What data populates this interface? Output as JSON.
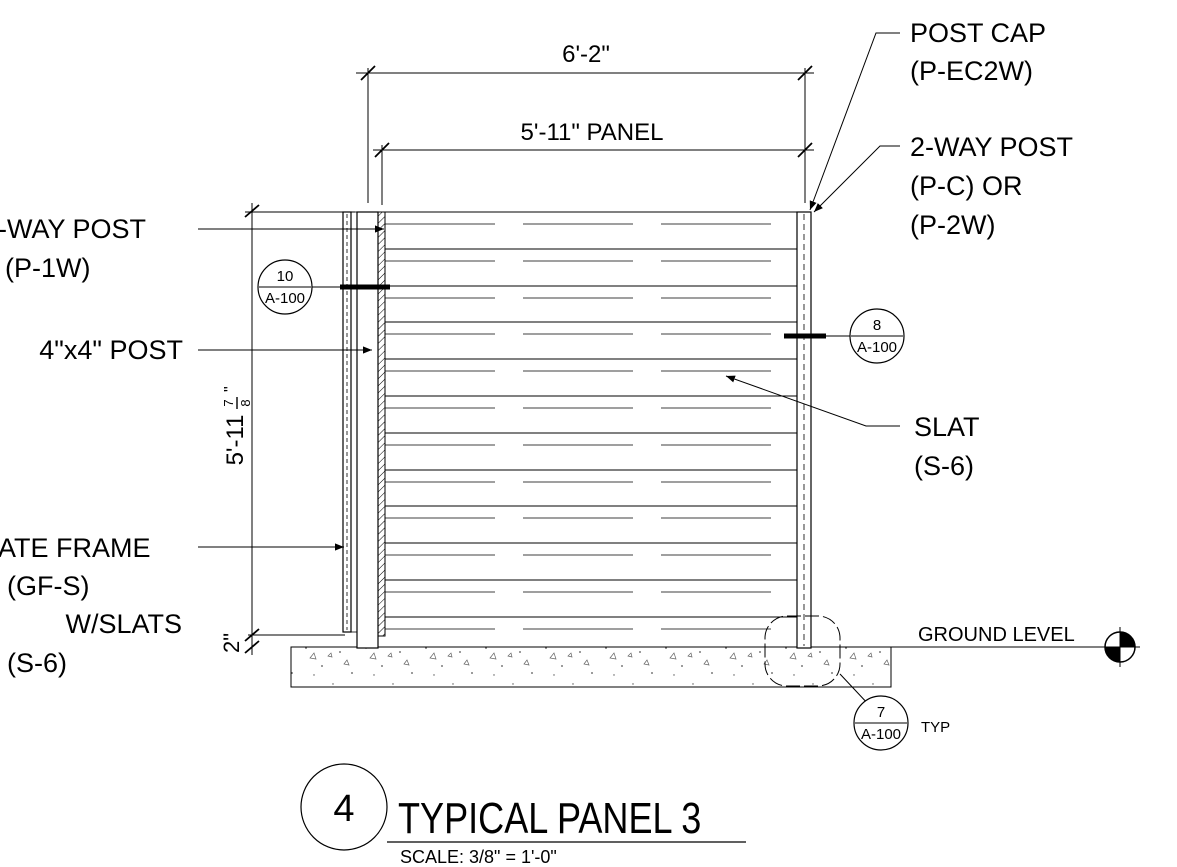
{
  "dimensions": {
    "overall_width": "6'-2\"",
    "panel_width": "5'-11\" PANEL",
    "height_main": "5'-11",
    "height_frac_num": "7",
    "height_frac_den": "8",
    "height_frac_unit": "\"",
    "ground_gap": "2\""
  },
  "callouts": {
    "post_cap": [
      "POST CAP",
      "(P-EC2W)"
    ],
    "two_way_post": [
      "2-WAY POST",
      "(P-C) OR",
      "(P-2W)"
    ],
    "one_way_post": [
      "-WAY POST",
      "(P-1W)"
    ],
    "four_post": "4\"x4\" POST",
    "slat": [
      "SLAT",
      "(S-6)"
    ],
    "gate_frame": [
      "ATE FRAME",
      "(GF-S)",
      "W/SLATS",
      "(S-6)"
    ],
    "ground_level": "GROUND LEVEL"
  },
  "detail_refs": {
    "ref_10": {
      "num": "10",
      "sheet": "A-100"
    },
    "ref_8": {
      "num": "8",
      "sheet": "A-100"
    },
    "ref_7": {
      "num": "7",
      "sheet": "A-100",
      "note": "TYP"
    }
  },
  "title_block": {
    "number": "4",
    "title": "TYPICAL PANEL 3",
    "scale": "SCALE: 3/8\" = 1'-0\""
  }
}
